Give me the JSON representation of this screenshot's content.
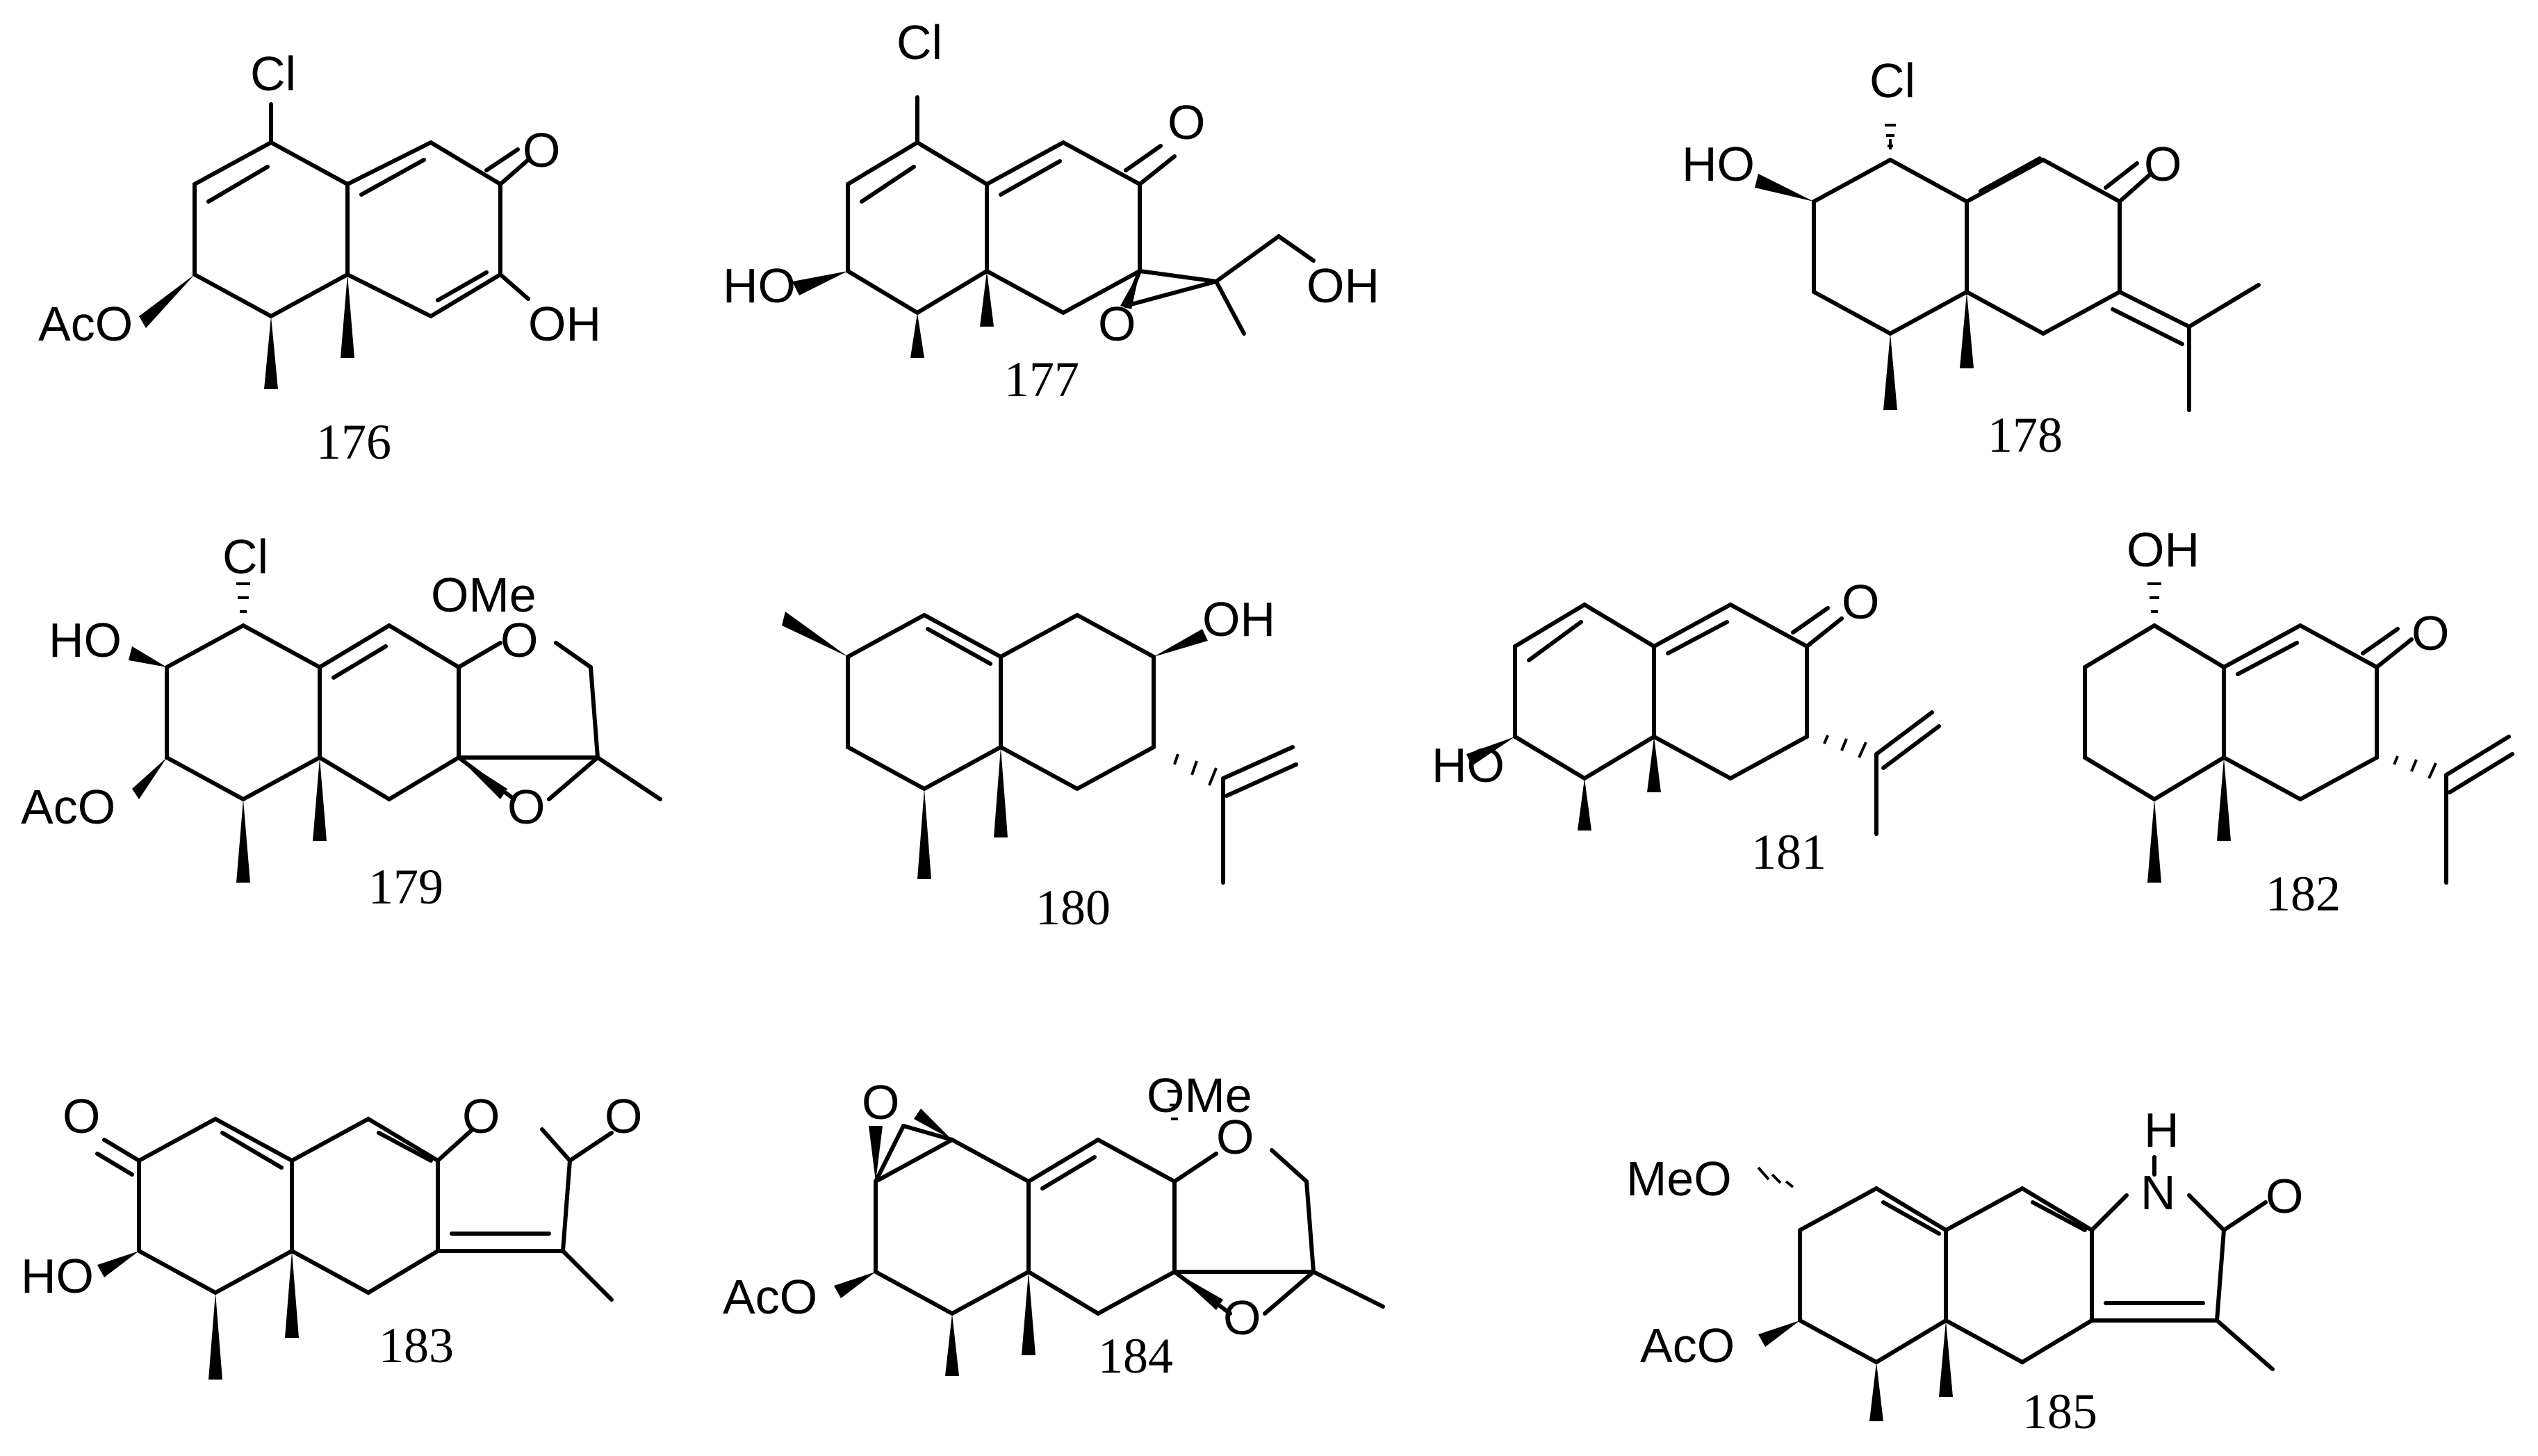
{
  "compounds": [
    {
      "id": "176",
      "labels": [
        "Cl",
        "O",
        "AcO",
        "OH"
      ]
    },
    {
      "id": "177",
      "labels": [
        "Cl",
        "O",
        "HO",
        "O",
        "OH"
      ]
    },
    {
      "id": "178",
      "labels": [
        "Cl",
        "HO",
        "O"
      ]
    },
    {
      "id": "179",
      "labels": [
        "Cl",
        "OMe",
        "HO",
        "O",
        "AcO",
        "O"
      ]
    },
    {
      "id": "180",
      "labels": [
        "OH"
      ]
    },
    {
      "id": "181",
      "labels": [
        "O",
        "HO"
      ]
    },
    {
      "id": "182",
      "labels": [
        "OH",
        "O"
      ]
    },
    {
      "id": "183",
      "labels": [
        "O",
        "O",
        "O",
        "HO"
      ]
    },
    {
      "id": "184",
      "labels": [
        "O",
        "OMe",
        "O",
        "AcO",
        "O"
      ]
    },
    {
      "id": "185",
      "labels": [
        "H",
        "N",
        "O",
        "MeO",
        "AcO"
      ]
    }
  ]
}
